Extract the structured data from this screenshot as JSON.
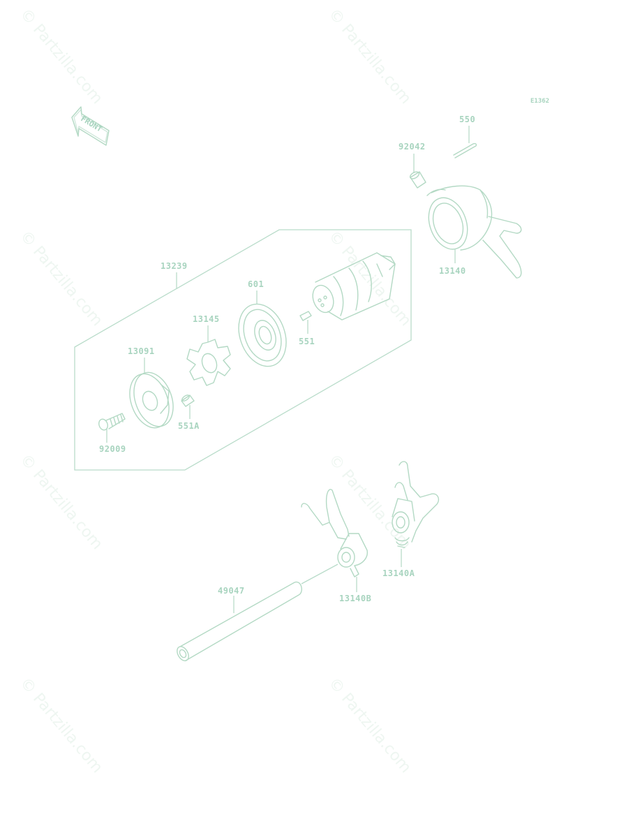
{
  "diagram_code": "E1362",
  "front_arrow_text": "FRONT",
  "watermark_text": "© Partzilla.com",
  "labels": {
    "p550": "550",
    "p92042": "92042",
    "p13140": "13140",
    "p13239": "13239",
    "p601": "601",
    "p13145": "13145",
    "p551": "551",
    "p13091": "13091",
    "p551A": "551A",
    "p92009": "92009",
    "p49047": "49047",
    "p13140B": "13140B",
    "p13140A": "13140A"
  },
  "colors": {
    "line": "#b3d9c4",
    "text": "#a8d4bf",
    "watermark": "#eef6f1"
  }
}
